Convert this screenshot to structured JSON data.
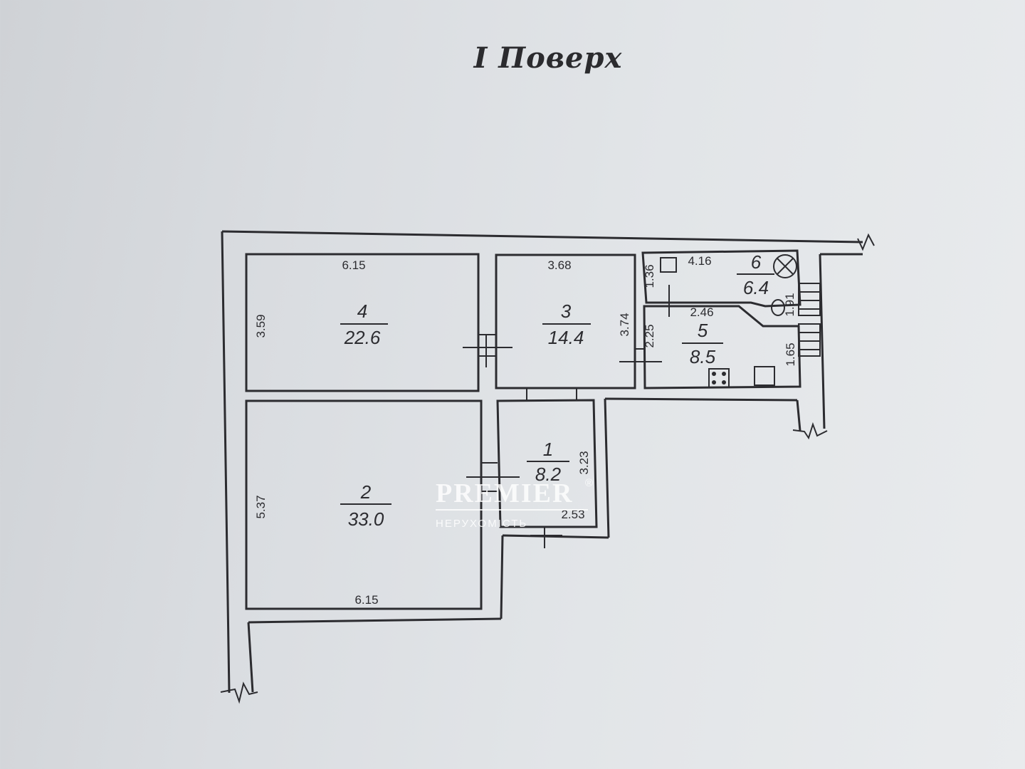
{
  "title": "I Поверх",
  "rooms": [
    {
      "number": "4",
      "area": "22.6"
    },
    {
      "number": "3",
      "area": "14.4"
    },
    {
      "number": "6",
      "area": "6.4"
    },
    {
      "number": "5",
      "area": "8.5"
    },
    {
      "number": "2",
      "area": "33.0"
    },
    {
      "number": "1",
      "area": "8.2"
    }
  ],
  "dimensions": {
    "r4_top": "6.15",
    "r4_left": "3.59",
    "r3_top": "3.68",
    "r3_right": "3.74",
    "r6_top": "4.16",
    "r6_left": "1.36",
    "r6_right": "1.91",
    "r5_top": "2.46",
    "r5_left": "2.25",
    "r5_right": "1.65",
    "r2_left": "5.37",
    "r2_bottom": "6.15",
    "r1_right": "3.23",
    "r1_bottom": "2.53"
  },
  "watermark": {
    "brand": "PREMIER",
    "subtitle": "НЕРУХОМІСТЬ",
    "registered": "®"
  }
}
